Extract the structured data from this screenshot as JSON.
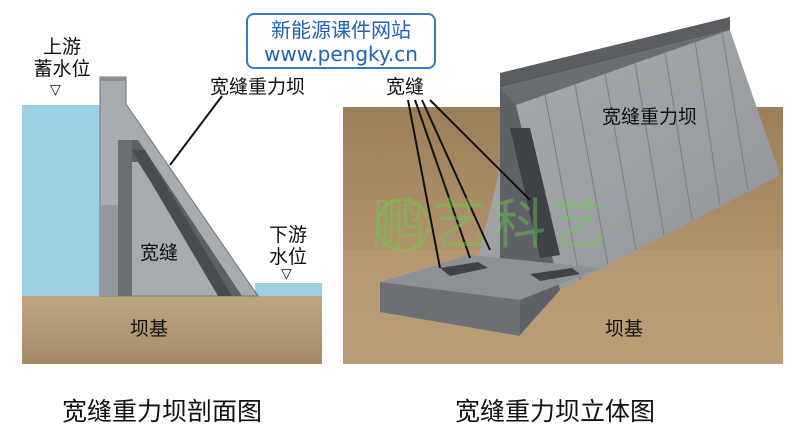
{
  "watermark_site": {
    "line1": "新能源课件网站",
    "line2": "www.pengky.cn"
  },
  "watermark_brand": "鹏艺科艺",
  "left_panel": {
    "upstream_level": [
      "上游",
      "蓄水位"
    ],
    "dam_name": "宽缝重力坝",
    "joint_label": "宽缝",
    "downstream_level": [
      "下游",
      "水位"
    ],
    "foundation": "坝基",
    "caption": "宽缝重力坝剖面图"
  },
  "right_panel": {
    "joint_label": "宽缝",
    "dam_name": "宽缝重力坝",
    "foundation": "坝基",
    "caption": "宽缝重力坝立体图"
  },
  "colors": {
    "water": "#9ccfdf",
    "soil": "#b49a78",
    "dam_concrete": "#a3a7ac",
    "dam_dark": "#5b5f64",
    "site_blue": "#1f63b8"
  },
  "icons": {
    "water_level_marker": "triangle-down"
  }
}
